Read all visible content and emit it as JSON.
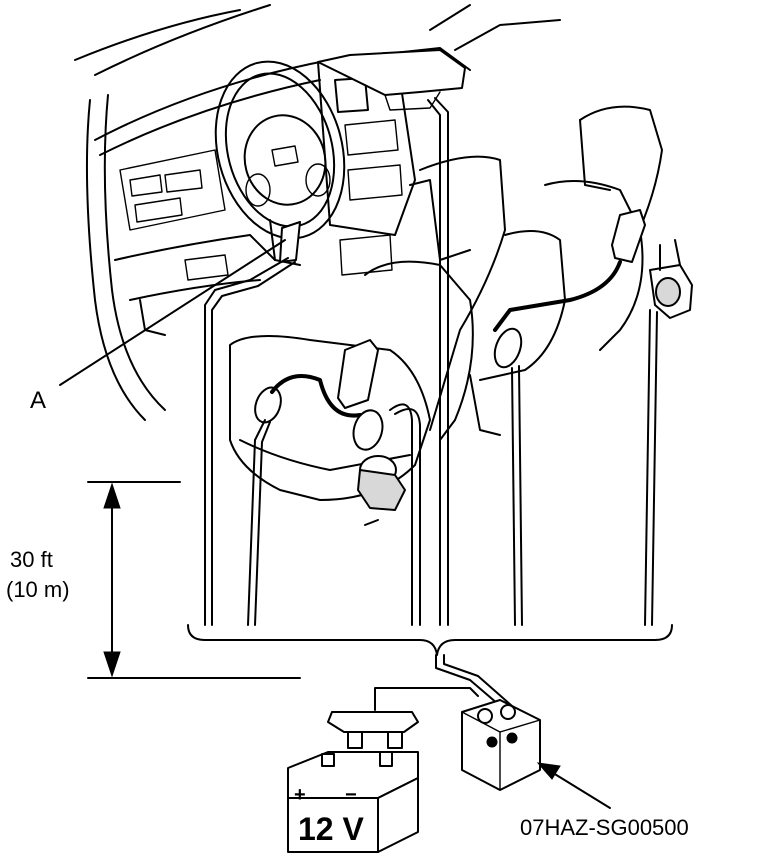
{
  "labels": {
    "callout_a": "A",
    "distance_value": "30 ft",
    "distance_metric": "(10 m)",
    "battery_voltage": "12 V",
    "battery_plus": "+",
    "battery_minus": "−",
    "tool_part_number": "07HAZ-SG00500"
  },
  "icons": {
    "battery": "battery-icon",
    "deployment_tool": "deployment-tool-icon",
    "airbag": "airbag-icon"
  }
}
